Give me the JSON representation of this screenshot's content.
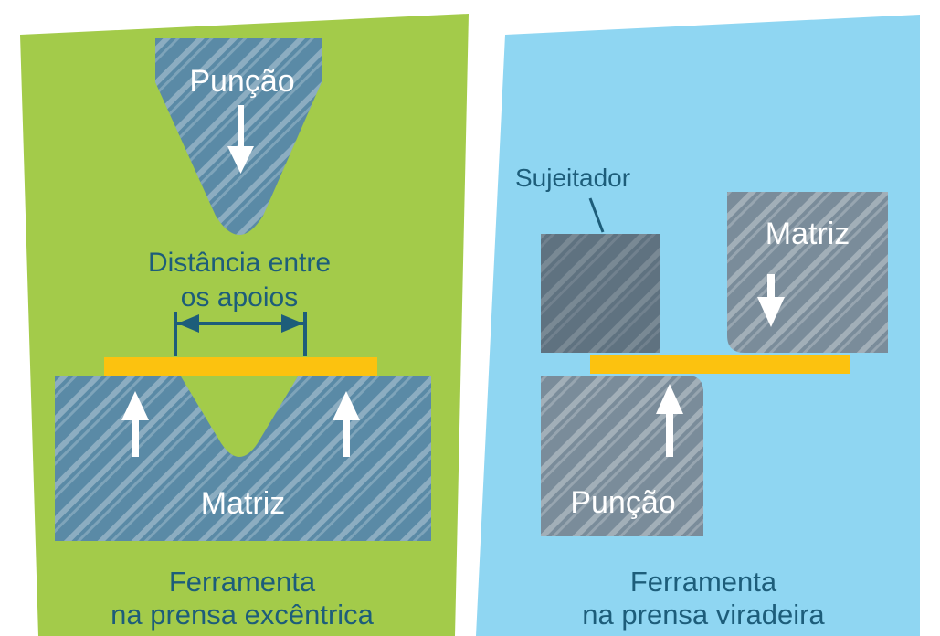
{
  "left_panel": {
    "punch_label": "Punção",
    "distance_label_line1": "Distância entre",
    "distance_label_line2": "os apoios",
    "die_label": "Matriz",
    "caption_line1": "Ferramenta",
    "caption_line2": "na prensa excêntrica"
  },
  "right_panel": {
    "holder_label": "Sujeitador",
    "die_label": "Matriz",
    "punch_label": "Punção",
    "caption_line1": "Ferramenta",
    "caption_line2": "na prensa viradeira"
  },
  "colors": {
    "left_background": "#a3cb4a",
    "right_background": "#8fd6f2",
    "tool_blue": "#5a8aa6",
    "tool_gray": "#7a8c9a",
    "holder_dark": "#5f7280",
    "sheet_yellow": "#fcc20f",
    "text_dark_blue": "#1d5d7a",
    "arrow_white": "#ffffff"
  }
}
